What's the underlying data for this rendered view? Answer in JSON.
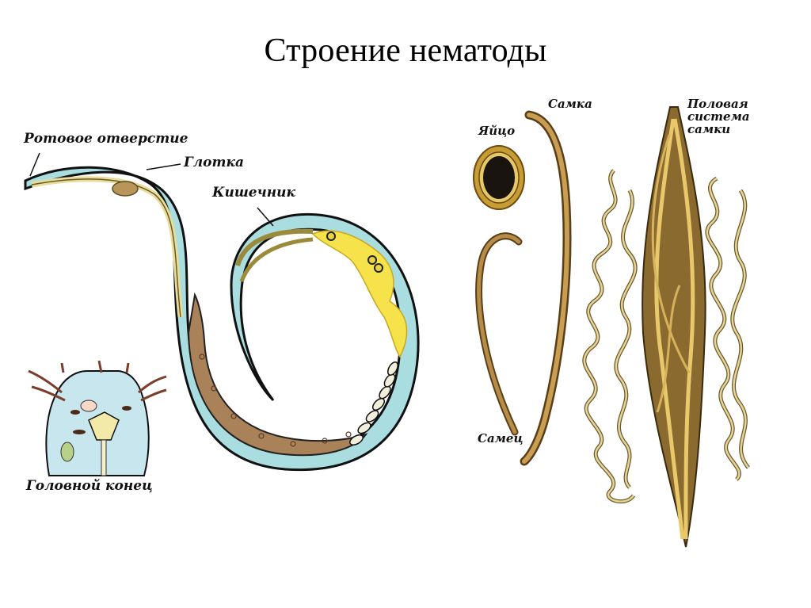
{
  "slide": {
    "title": "Строение нематоды"
  },
  "left_figure": {
    "labels": {
      "mouth": "Ротовое отверстие",
      "pharynx": "Глотка",
      "intestine": "Кишечник",
      "head_end": "Головной конец"
    }
  },
  "right_figure": {
    "labels": {
      "egg": "Яйцо",
      "female": "Самка",
      "male": "Самец",
      "female_reproductive_system_line1": "Половая",
      "female_reproductive_system_line2": "система",
      "female_reproductive_system_line3": "самки"
    }
  },
  "colors": {
    "body_blue": "#a9dde0",
    "body_outline": "#111111",
    "gut_brown": "#a9825a",
    "yellow_organ": "#f6e24a",
    "worm_brown": "#8a6a2e",
    "worm_light": "#d9b86a",
    "egg_dark": "#1a1410",
    "egg_shell": "#b08a2a"
  }
}
